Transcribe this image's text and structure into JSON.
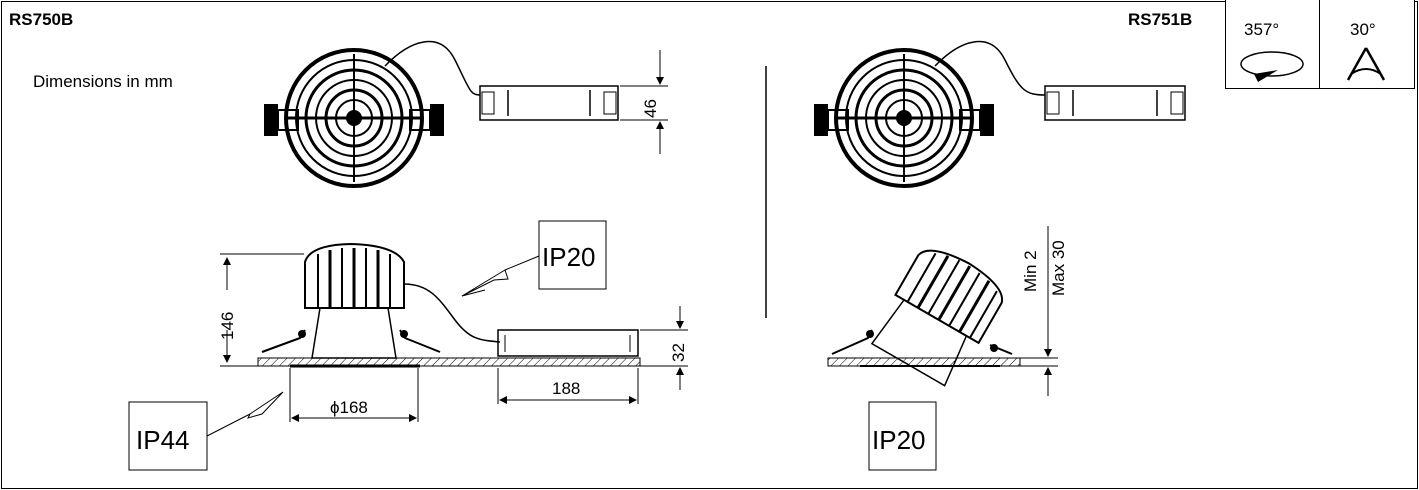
{
  "models": {
    "left": "RS750B",
    "right": "RS751B"
  },
  "dimensions_note": "Dimensions in mm",
  "ratings": {
    "rotation": "357°",
    "tilt": "30°"
  },
  "dimensions": {
    "driver_width": "46",
    "total_height": "146",
    "diameter": "ϕ168",
    "driver_height": "32",
    "driver_length": "188",
    "ceiling_min": "Min 2",
    "ceiling_max": "Max 30"
  },
  "ip_ratings": {
    "left_top": "IP20",
    "left_bottom": "IP44",
    "right_bottom": "IP20"
  }
}
